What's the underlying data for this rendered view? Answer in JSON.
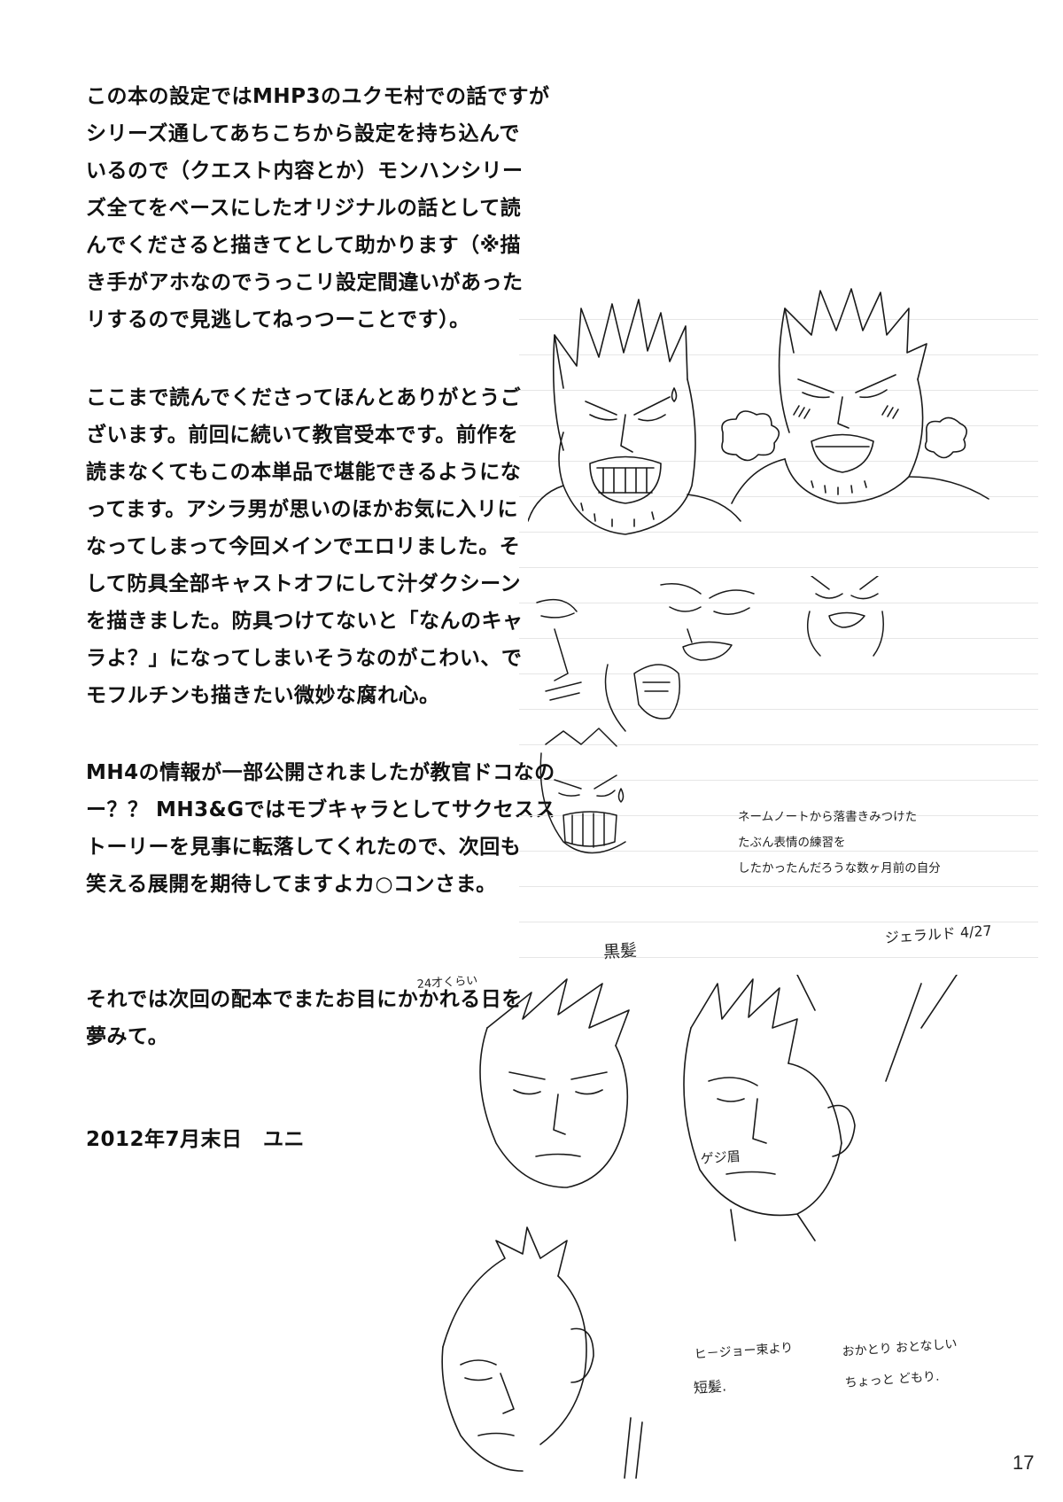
{
  "essay": {
    "paragraph_1": [
      "この本の設定ではMHP3のユクモ村での話ですが",
      "シリーズ通してあちこちから設定を持ち込んで",
      "いるので（クエスト内容とか）モンハンシリー",
      "ズ全てをベースにしたオリジナルの話として読",
      "んでくださると描きてとして助かります（※描",
      "き手がアホなのでうっこリ設定間違いがあった",
      "リするので見逃してねっつーことです）。"
    ],
    "paragraph_2": [
      "ここまで読んでくださってほんとありがとうご",
      "ざいます。前回に続いて教官受本です。前作を",
      "読まなくてもこの本単品で堪能できるようにな",
      "ってます。アシラ男が思いのほかお気に入リに",
      "なってしまって今回メインでエロリました。そ",
      "して防具全部キャストオフにして汁ダクシーン",
      "を描きました。防具つけてないと「なんのキャ",
      "ラよ？」になってしまいそうなのがこわい、で",
      "モフルチンも描きたい微妙な腐れ心。"
    ],
    "paragraph_3": [
      "MH4の情報が一部公開されましたが教官ドコなの",
      "ー？？ MH3&Gではモブキャラとしてサクセスス",
      "トーリーを見事に転落してくれたので、次回も",
      "笑える展開を期待してますよカ○コンさま。"
    ],
    "paragraph_4": [
      "それでは次回の配本でまたお目にかかれる日を",
      "夢みて。"
    ],
    "signature": {
      "date": "2012年7月末日",
      "author": "ユニ"
    }
  },
  "sketch_caption": [
    "ネームノートから落書きみつけた",
    "たぶん表情の練習を",
    "したかったんだろうな数ヶ月前の自分"
  ],
  "handwritten_notes": {
    "kurogami": "黒髪",
    "date_note": "ジェラルド 4/27",
    "age_note": "24才くらい",
    "eyebrow_note": "ゲジ眉",
    "hair_note": "ヒ－ジョー束より",
    "short_hair_note": "短髪.",
    "quiet_note": "おかとり おとなしい",
    "stutter_note": "ちょっと どもり."
  },
  "page_number": "17"
}
